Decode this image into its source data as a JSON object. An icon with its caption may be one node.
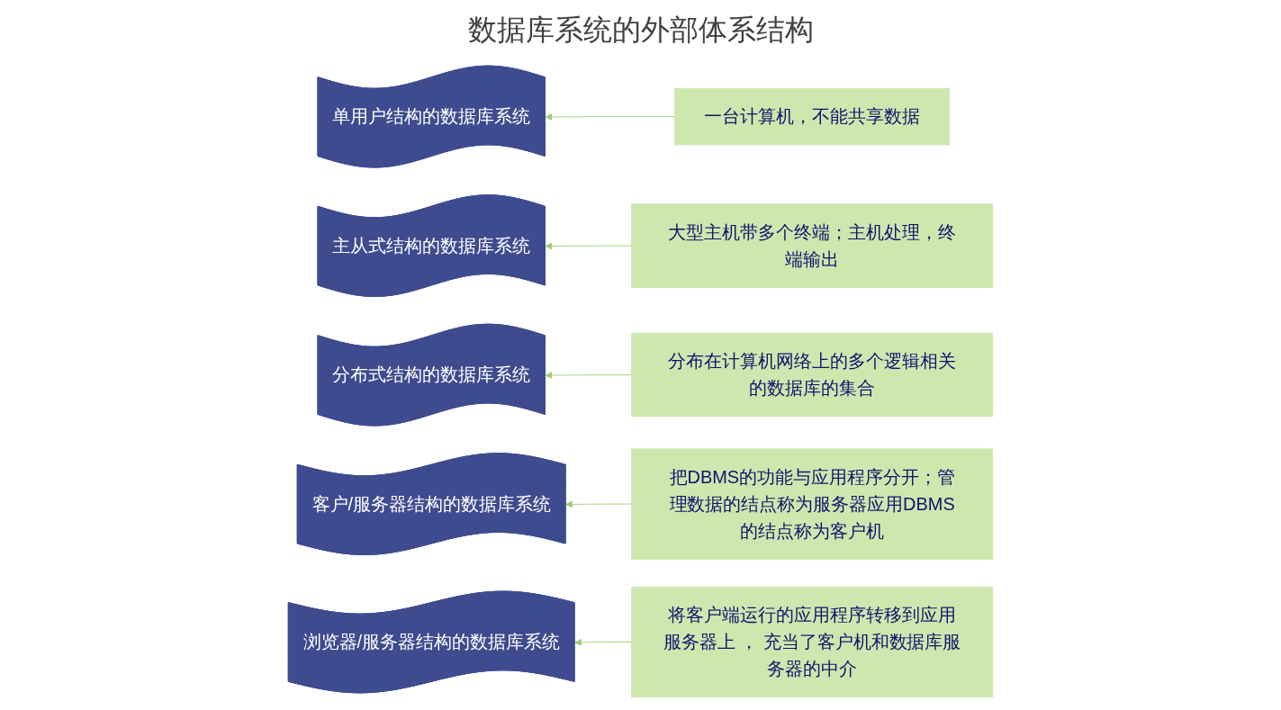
{
  "diagram": {
    "title": "数据库系统的外部体系结构",
    "nodes": [
      {
        "text": [
          "单用户结构的数据库系统"
        ]
      },
      {
        "text": [
          "一台计算机，不能共享数据"
        ]
      },
      {
        "text": [
          "主从式结构的数据库系统"
        ]
      },
      {
        "text": [
          "大型主机带多个终端；主机处理，终端输出"
        ]
      },
      {
        "text": [
          "分布式结构的数据库系统"
        ]
      },
      {
        "text": [
          "分布在计算机网络上的多个逻辑相关的数据库的集合"
        ]
      },
      {
        "text": [
          "客户/服务器结构的数据库系统"
        ]
      },
      {
        "text": [
          "把DBMS的功能与应用程序分开；管理数据的结点称为服务器应用DBMS的结点称为客户机"
        ]
      },
      {
        "text": [
          "浏览器/服务器结构的数据库系统"
        ]
      },
      {
        "text": [
          "将客户端运行的应用程序转移到应用服务器上 ， 充当了客户机和数据库服务器的中介"
        ]
      }
    ],
    "edges": [
      {
        "from": 1,
        "to": 0,
        "arrow": "to"
      },
      {
        "from": 3,
        "to": 2,
        "arrow": "to"
      },
      {
        "from": 5,
        "to": 4,
        "arrow": "to"
      },
      {
        "from": 7,
        "to": 6,
        "arrow": "to"
      },
      {
        "from": 9,
        "to": 8,
        "arrow": "to"
      }
    ]
  }
}
